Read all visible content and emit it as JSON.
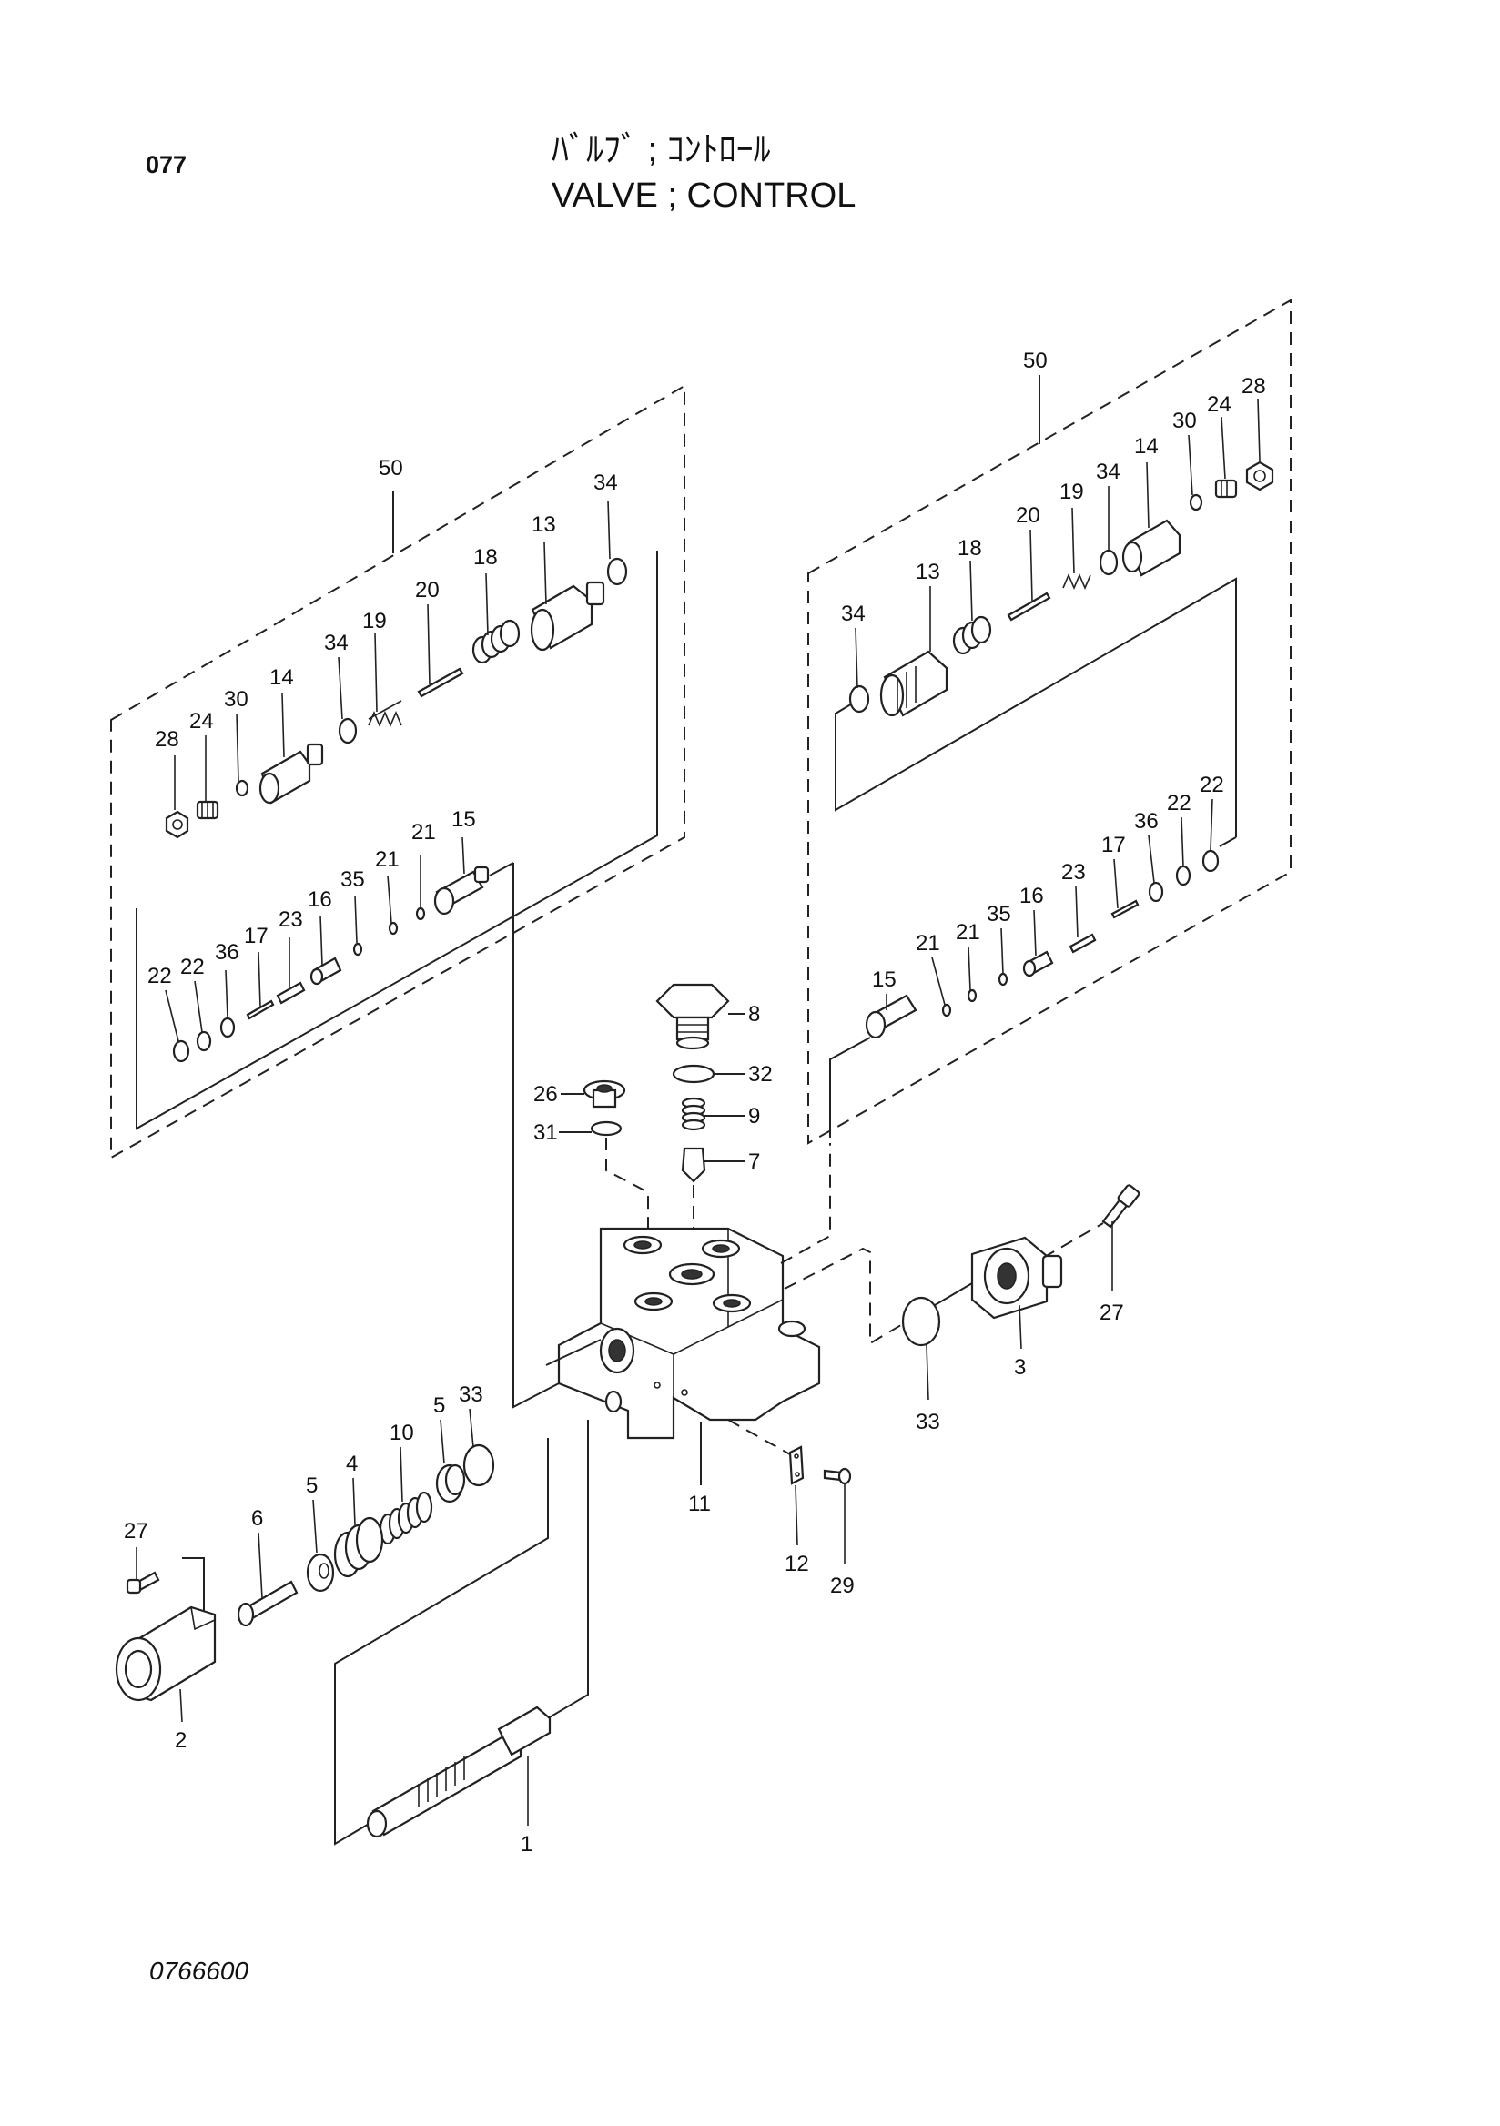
{
  "header": {
    "page_number": "077",
    "title_jp": "ﾊﾞﾙﾌﾞ ; ｺﾝﾄﾛｰﾙ",
    "title_en": "VALVE ; CONTROL"
  },
  "footer": {
    "drawing_code": "0766600"
  },
  "callouts": {
    "l50": "50",
    "l34a": "34",
    "l13": "13",
    "l18": "18",
    "l20": "20",
    "l19": "19",
    "l34b": "34",
    "l14": "14",
    "l30": "30",
    "l24": "24",
    "l28": "28",
    "l15": "15",
    "l21a": "21",
    "l21b": "21",
    "l35": "35",
    "l16": "16",
    "l23": "23",
    "l17": "17",
    "l36": "36",
    "l22a": "22",
    "l22b": "22",
    "r50": "50",
    "r28": "28",
    "r24": "24",
    "r30": "30",
    "r14": "14",
    "r34a": "34",
    "r19": "19",
    "r20": "20",
    "r18": "18",
    "r13": "13",
    "r34b": "34",
    "r22a": "22",
    "r22b": "22",
    "r36": "36",
    "r17": "17",
    "r23": "23",
    "r16": "16",
    "r35": "35",
    "r21a": "21",
    "r21b": "21",
    "r15": "15",
    "c8": "8",
    "c32": "32",
    "c9": "9",
    "c7": "7",
    "c26": "26",
    "c31": "31",
    "c27a": "27",
    "c3": "3",
    "c33a": "33",
    "c11": "11",
    "c12": "12",
    "c29": "29",
    "c33b": "33",
    "c5a": "5",
    "c10": "10",
    "c4": "4",
    "c5b": "5",
    "c6": "6",
    "c27b": "27",
    "c2": "2",
    "c1": "1"
  }
}
